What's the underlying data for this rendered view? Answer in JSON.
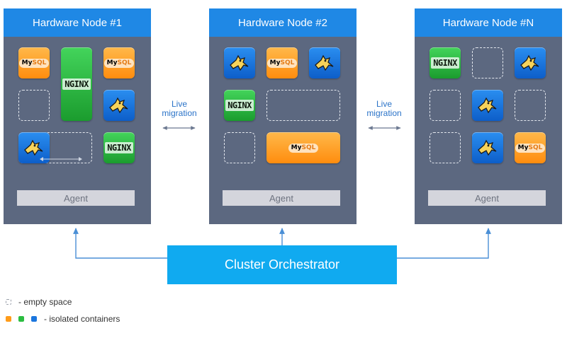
{
  "nodes": [
    {
      "title": "Hardware Node #1",
      "agent": "Agent"
    },
    {
      "title": "Hardware Node #2",
      "agent": "Agent"
    },
    {
      "title": "Hardware Node #N",
      "agent": "Agent"
    }
  ],
  "migration": {
    "line1": "Live",
    "line2": "migration"
  },
  "orchestrator": {
    "label": "Cluster Orchestrator"
  },
  "logos": {
    "nginx": "NGINX",
    "mysql_my": "My",
    "mysql_sql": "SQL"
  },
  "legend": {
    "empty": "- empty space",
    "containers": "- isolated containers"
  },
  "icons": {
    "empty": "dashed-square-icon",
    "mysql": "mysql-logo-icon",
    "nginx": "nginx-logo-icon",
    "tomcat": "tomcat-logo-icon"
  },
  "colors": {
    "node_bg": "#5c6880",
    "node_header": "#1f88e5",
    "orchestrator": "#10aaf0",
    "container_orange": "#ff9c1a",
    "container_green": "#2bbd41",
    "container_blue": "#1b76de",
    "arrow": "#4a8fd6"
  }
}
